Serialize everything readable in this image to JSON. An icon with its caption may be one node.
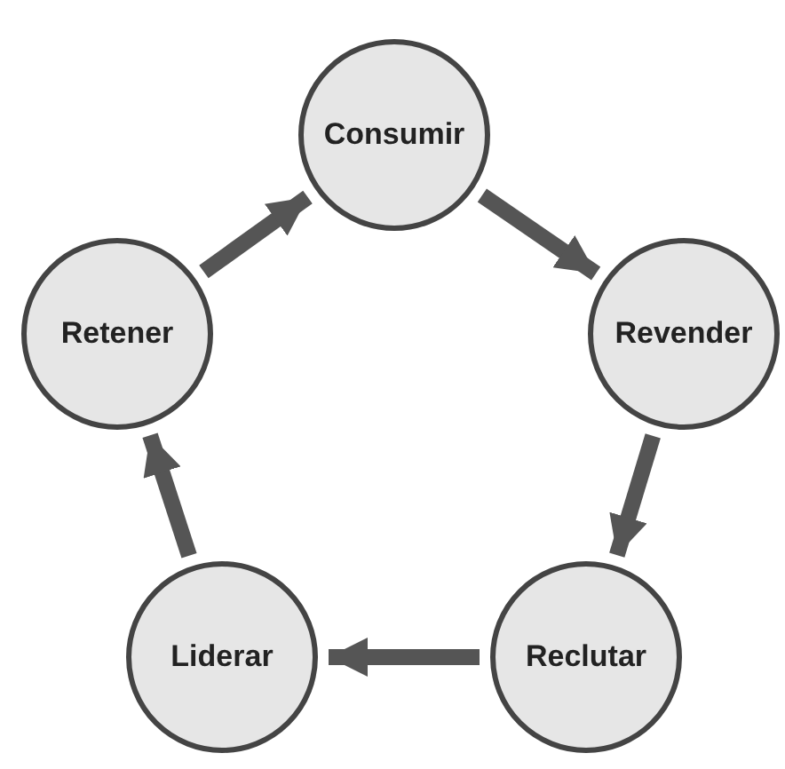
{
  "diagram": {
    "nodes": [
      {
        "text": [
          "Consumir"
        ]
      },
      {
        "text": [
          "Revender"
        ]
      },
      {
        "text": [
          "Reclutar"
        ]
      },
      {
        "text": [
          "Liderar"
        ]
      },
      {
        "text": [
          "Retener"
        ]
      }
    ],
    "edges": [
      {
        "from": 0,
        "to": 1,
        "arrow": "to"
      },
      {
        "from": 1,
        "to": 2,
        "arrow": "to"
      },
      {
        "from": 2,
        "to": 3,
        "arrow": "to"
      },
      {
        "from": 3,
        "to": 4,
        "arrow": "to"
      },
      {
        "from": 4,
        "to": 0,
        "arrow": "to"
      }
    ]
  }
}
